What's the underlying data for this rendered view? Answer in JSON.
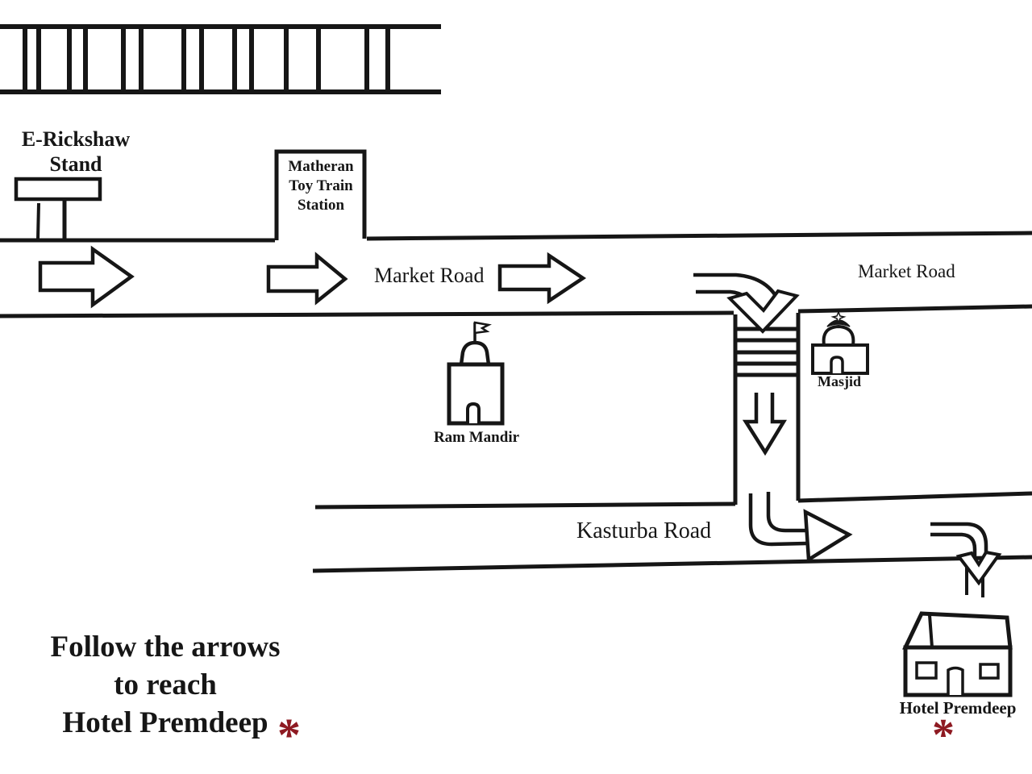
{
  "page": {
    "title": "Hand-drawn directions map to Hotel Premdeep",
    "ink_color": "#161616",
    "accent_red": "#8e1a22",
    "background": "#ffffff"
  },
  "landmarks": {
    "e_rickshaw": {
      "line1": "E-Rickshaw",
      "line2": "Stand"
    },
    "station": {
      "line1": "Matheran",
      "line2": "Toy Train",
      "line3": "Station"
    },
    "ram_mandir": {
      "label": "Ram Mandir"
    },
    "masjid": {
      "label": "Masjid"
    },
    "hotel": {
      "label": "Hotel Premdeep",
      "marker": "*"
    }
  },
  "roads": {
    "market_road_left": "Market Road",
    "market_road_right": "Market Road",
    "kasturba_road": "Kasturba Road"
  },
  "footer": {
    "line1": "Follow the arrows",
    "line2": "to reach",
    "line3": "Hotel Premdeep",
    "marker": "*"
  },
  "icons": [
    {
      "name": "railway-track-icon",
      "shape": "ladder of two rails with sleepers"
    },
    {
      "name": "rickshaw-stand-sign-icon",
      "shape": "rectangle sign on two legs"
    },
    {
      "name": "station-building-icon",
      "shape": "open-bottom rectangle on road"
    },
    {
      "name": "right-arrow-icon",
      "shape": "outlined straight arrow pointing right"
    },
    {
      "name": "curve-down-arrow-icon",
      "shape": "outlined arrow curving from right to down"
    },
    {
      "name": "crosswalk-icon",
      "shape": "horizontal zebra stripes"
    },
    {
      "name": "down-arrow-icon",
      "shape": "outlined straight arrow pointing down"
    },
    {
      "name": "turn-right-arrow-icon",
      "shape": "outlined arrow curving from down to right"
    },
    {
      "name": "temple-icon",
      "shape": "box with dome and flag (mandir)"
    },
    {
      "name": "mosque-icon",
      "shape": "box with onion dome, crescent and star"
    },
    {
      "name": "house-icon",
      "shape": "house with roof, two windows, door"
    }
  ]
}
